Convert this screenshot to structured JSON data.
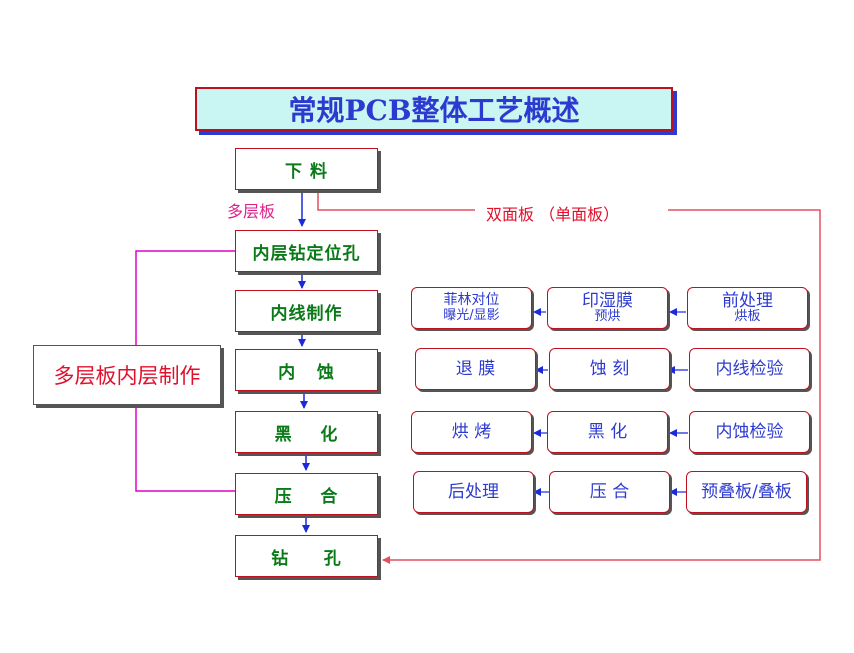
{
  "title": "常规PCB整体工艺概述",
  "main_flow": [
    {
      "id": "cut",
      "label": "下 料"
    },
    {
      "id": "inner-drill",
      "label": "内层钻定位孔"
    },
    {
      "id": "inner-line",
      "label": "内线制作"
    },
    {
      "id": "inner-etch",
      "label": "内   蚀"
    },
    {
      "id": "blacken",
      "label": "黑    化"
    },
    {
      "id": "press",
      "label": "压    合"
    },
    {
      "id": "drill",
      "label": "钻     孔"
    }
  ],
  "side_label": "多层板内层制作",
  "branch_labels": {
    "multilayer": "多层板",
    "double_sided": "双面板 （单面板）"
  },
  "detail_rows": [
    [
      {
        "id": "expose",
        "line1": "菲林对位",
        "line2": "曝光/显影"
      },
      {
        "id": "dry-film",
        "line1": "印湿膜",
        "line2": "预烘"
      },
      {
        "id": "pretreat",
        "line1": "前处理",
        "line2": "烘板"
      }
    ],
    [
      {
        "id": "strip",
        "line1": "退 膜",
        "line2": ""
      },
      {
        "id": "etch",
        "line1": "蚀 刻",
        "line2": ""
      },
      {
        "id": "line-inspect",
        "line1": "内线检验",
        "line2": ""
      }
    ],
    [
      {
        "id": "bake",
        "line1": "烘 烤",
        "line2": ""
      },
      {
        "id": "black",
        "line1": "黑 化",
        "line2": ""
      },
      {
        "id": "etch-inspect",
        "line1": "内蚀检验",
        "line2": ""
      }
    ],
    [
      {
        "id": "post",
        "line1": "后处理",
        "line2": ""
      },
      {
        "id": "press2",
        "line1": "压 合",
        "line2": ""
      },
      {
        "id": "layup",
        "line1": "预叠板/叠板",
        "line2": ""
      }
    ]
  ],
  "colors": {
    "main_text": "#0a7a18",
    "detail_text": "#2d3ad0",
    "border": "#c01020",
    "title_bg": "#c9f5f2",
    "multilayer_line": "#e000c8",
    "double_line": "#e05060",
    "arrow": "#1a2ad8"
  }
}
